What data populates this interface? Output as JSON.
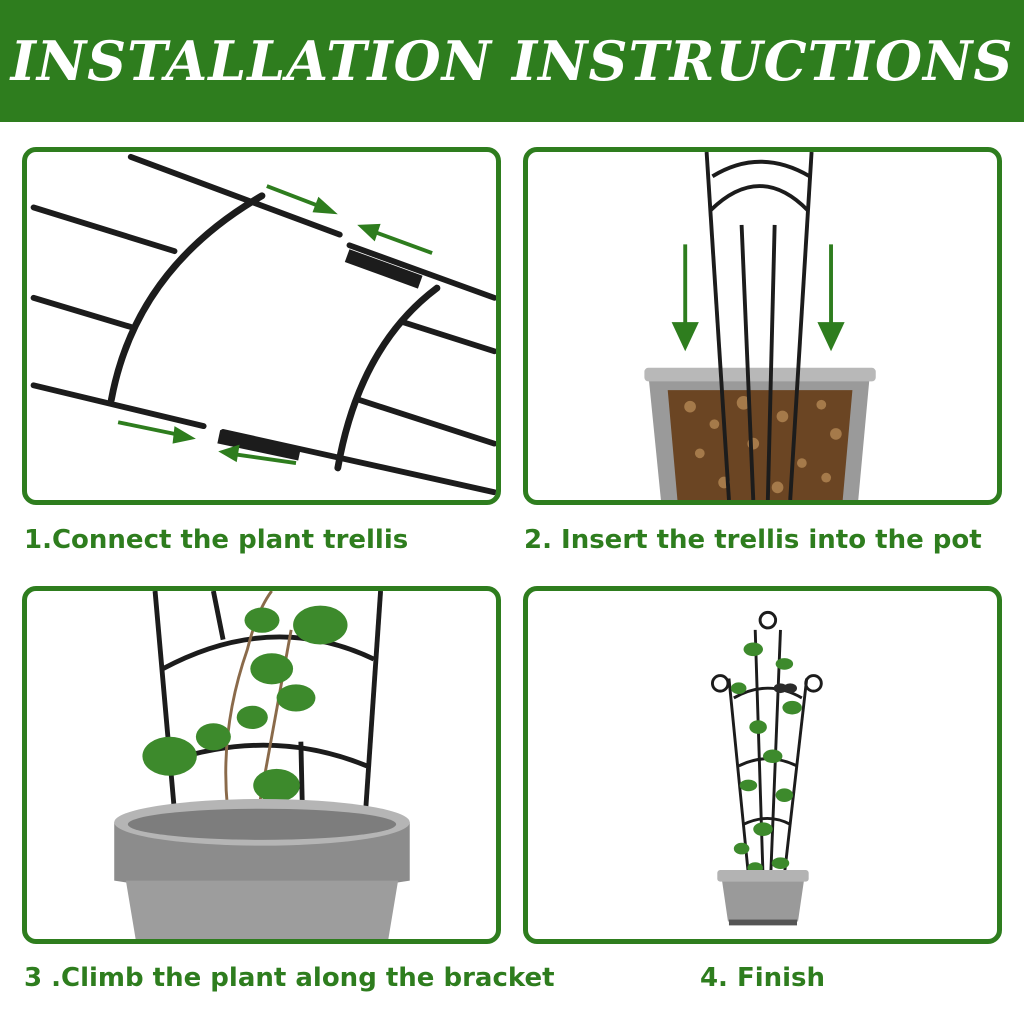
{
  "header": {
    "title": "INSTALLATION INSTRUCTIONS"
  },
  "steps": [
    {
      "caption": "1.Connect the plant trellis",
      "image": "trellis-connect-illustration"
    },
    {
      "caption": "2. Insert the trellis into the pot",
      "image": "trellis-insert-pot-illustration"
    },
    {
      "caption": "3 .Climb the plant along the bracket",
      "image": "ivy-climbing-trellis-illustration"
    },
    {
      "caption": "4. Finish",
      "image": "finished-trellis-pot-illustration"
    }
  ],
  "colors": {
    "accent": "#2e7d1e",
    "metal": "#1c1c1c",
    "pot": "#9a9a9a",
    "soil": "#6b4523",
    "leaf": "#3d8a2c"
  }
}
